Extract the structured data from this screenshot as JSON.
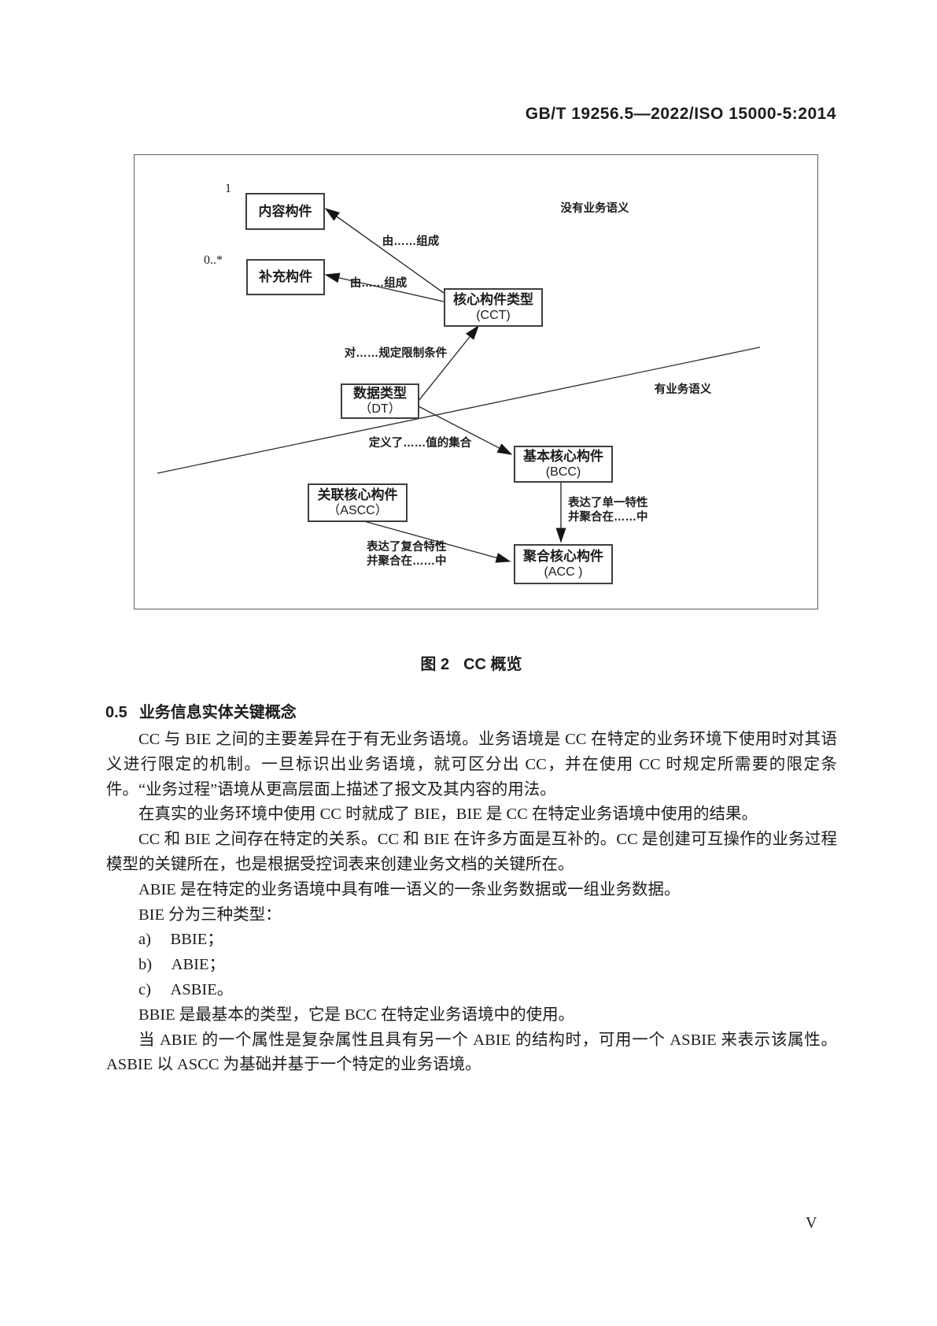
{
  "meta": {
    "ink_color": "#1c1c1c",
    "line_color": "#2e2e2e",
    "background": "#ffffff"
  },
  "header": {
    "doc_number": "GB/T 19256.5—2022/ISO 15000-5:2014"
  },
  "figure": {
    "caption_prefix": "图 2",
    "caption_title": "CC 概览",
    "region_labels": {
      "no_semantics": "没有业务语义",
      "with_semantics": "有业务语义"
    },
    "multiplicity": {
      "one": "1",
      "zero_many": "0..*"
    },
    "boxes": {
      "content": {
        "title": "内容构件"
      },
      "supplementary": {
        "title": "补充构件"
      },
      "cct": {
        "title": "核心构件类型",
        "abbr": "(CCT)"
      },
      "dt": {
        "title": "数据类型",
        "abbr": "（DT）"
      },
      "bcc": {
        "title": "基本核心构件",
        "abbr": "(BCC)"
      },
      "ascc": {
        "title": "关联核心构件",
        "abbr": "（ASCC）"
      },
      "acc": {
        "title": "聚合核心构件",
        "abbr": "(ACC )"
      }
    },
    "edge_labels": {
      "composed_of_upper": "由……组成",
      "composed_of_lower": "由……组成",
      "constraints": "对……规定限制条件",
      "defines_values": "定义了……值的集合",
      "single_property_line1": "表达了单一特性",
      "single_property_line2": "并聚合在……中",
      "compound_property_line1": "表达了复合特性",
      "compound_property_line2": "并聚合在……中"
    }
  },
  "section": {
    "number": "0.5",
    "title": "业务信息实体关键概念"
  },
  "body": {
    "items": {
      "0": {
        "text": "CC 与 BIE 之间的主要差异在于有无业务语境。业务语境是 CC 在特定的业务环境下使用时对其语义进行限定的机制。一旦标识出业务语境，就可区分出 CC，并在使用 CC 时规定所需要的限定条件。“业务过程”语境从更高层面上描述了报文及其内容的用法。"
      },
      "1": {
        "text": "在真实的业务环境中使用 CC 时就成了 BIE，BIE 是 CC 在特定业务语境中使用的结果。"
      },
      "2": {
        "text": "CC 和 BIE 之间存在特定的关系。CC 和 BIE 在许多方面是互补的。CC 是创建可互操作的业务过程模型的关键所在，也是根据受控词表来创建业务文档的关键所在。"
      },
      "3": {
        "text": "ABIE 是在特定的业务语境中具有唯一语义的一条业务数据或一组业务数据。"
      },
      "4": {
        "text": "BIE 分为三种类型："
      },
      "5": {
        "marker": "a)",
        "text": "BBIE；"
      },
      "6": {
        "marker": "b)",
        "text": "ABIE；"
      },
      "7": {
        "marker": "c)",
        "text": "ASBIE。"
      },
      "8": {
        "text": "BBIE 是最基本的类型，它是 BCC 在特定业务语境中的使用。"
      },
      "9": {
        "text": "当 ABIE 的一个属性是复杂属性且具有另一个 ABIE 的结构时，可用一个 ASBIE 来表示该属性。ASBIE 以 ASCC 为基础并基于一个特定的业务语境。"
      }
    }
  },
  "footer": {
    "page_number": "V"
  }
}
